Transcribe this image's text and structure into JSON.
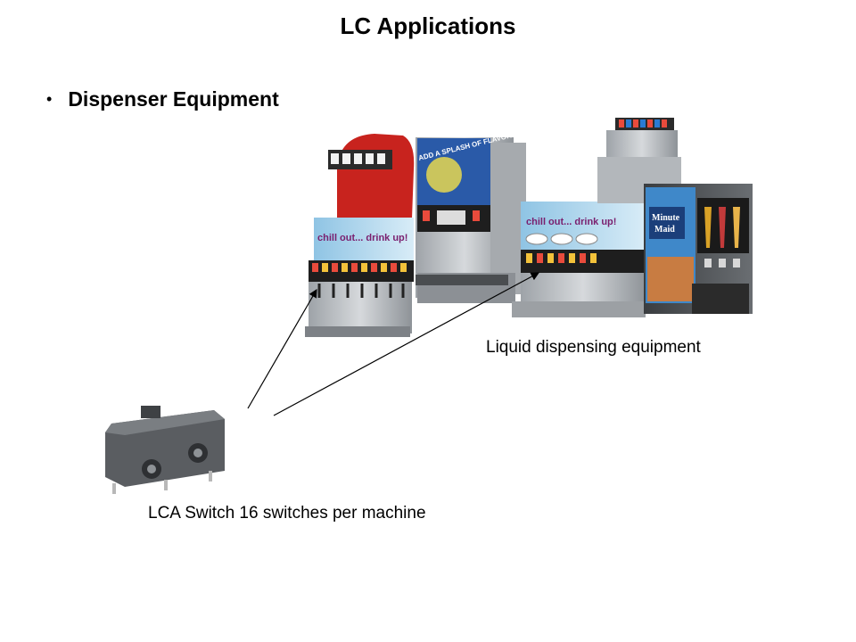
{
  "slide": {
    "title": "LC Applications",
    "bullet": "Dispenser Equipment",
    "caption_equipment": "Liquid dispensing equipment",
    "caption_switch": "LCA Switch 16 switches per machine"
  },
  "images": {
    "dispensers": {
      "brand_text_1": "chill out... drink up!",
      "brand_text_2": "chill out... drink up!",
      "promo_text": "ADD A SPLASH OF FLAVOR TO YOUR DAY!",
      "juice_brand_line1": "Minute",
      "juice_brand_line2": "Maid"
    }
  },
  "colors": {
    "dispenser_red": "#c8231e",
    "dispenser_steel": "#b8bcc0",
    "panel_blue": "#2a5aa8",
    "switch_body": "#5a5d61"
  }
}
